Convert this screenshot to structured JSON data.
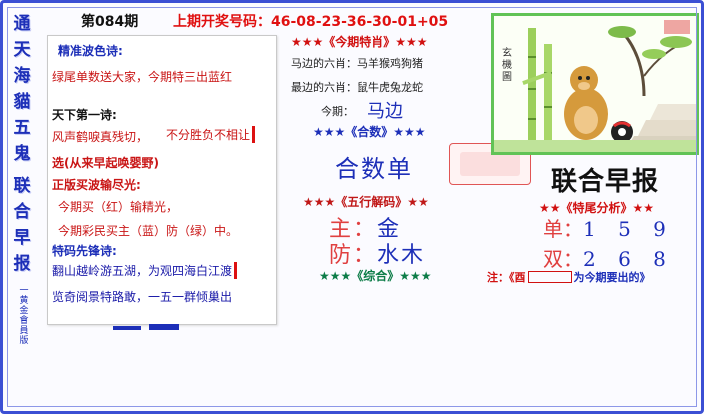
{
  "header": {
    "issue": "第084期",
    "last_draw": "上期开奖号码：46-08-23-36-30-01+05"
  },
  "side_column": {
    "chars": [
      "通",
      "天",
      "海",
      "貓",
      "五",
      "鬼",
      "联",
      "合",
      "早",
      "报"
    ],
    "sub": "一黄金會員版"
  },
  "left_panel": {
    "s1_head": "精准波色诗:",
    "s1_line": "绿尾单数送大家，今期特三出蓝红",
    "s2_head": "天下第一诗:",
    "s2_line1": "风声鹤唳真残切，",
    "s2_line1_hl": "不分胜负不相让",
    "s2_line2": "选(从来早起唤婴野)",
    "s3_head": "正版买波输尽光:",
    "s3_line1": "今期买（红）输精光，",
    "s3_line2": "今期彩民买主（蓝）防（绿）中。",
    "s4_head": "特码先锋诗:",
    "s4_line1": "翻山越岭游五湖，为观四海白江渡",
    "s4_line2": "览奇阅景特路敢，一五一群倾巢出"
  },
  "center": {
    "tejin_title": "★★★《今期特肖》★★★",
    "mabian_six": "马边的六肖：马羊猴鸡狗猪",
    "zuibian_six": "最边的六肖：鼠牛虎兔龙蛇",
    "jinqi_label": "今期：",
    "jinqi_value": "马边",
    "heshu_title": "★★★《合数》★★★",
    "heshu_value": "合数单",
    "wuxing_title": "★★★《五行解码》★★",
    "zhu_label": "主：",
    "zhu_value": "金",
    "fang_label": "防：",
    "fang_value": "水木",
    "zonghe_title": "★★★《综合》★★★"
  },
  "right": {
    "paper_title": "联合早报",
    "tema_title": "★★《特尾分析》★★",
    "dan_label": "单：",
    "dan_digits": "1 5 9",
    "shuang_label": "双：",
    "shuang_digits": "2 6 8",
    "note_prefix": "注：《酉",
    "note_suffix": "为今期要出的》",
    "pic_label": "玄機圖"
  }
}
